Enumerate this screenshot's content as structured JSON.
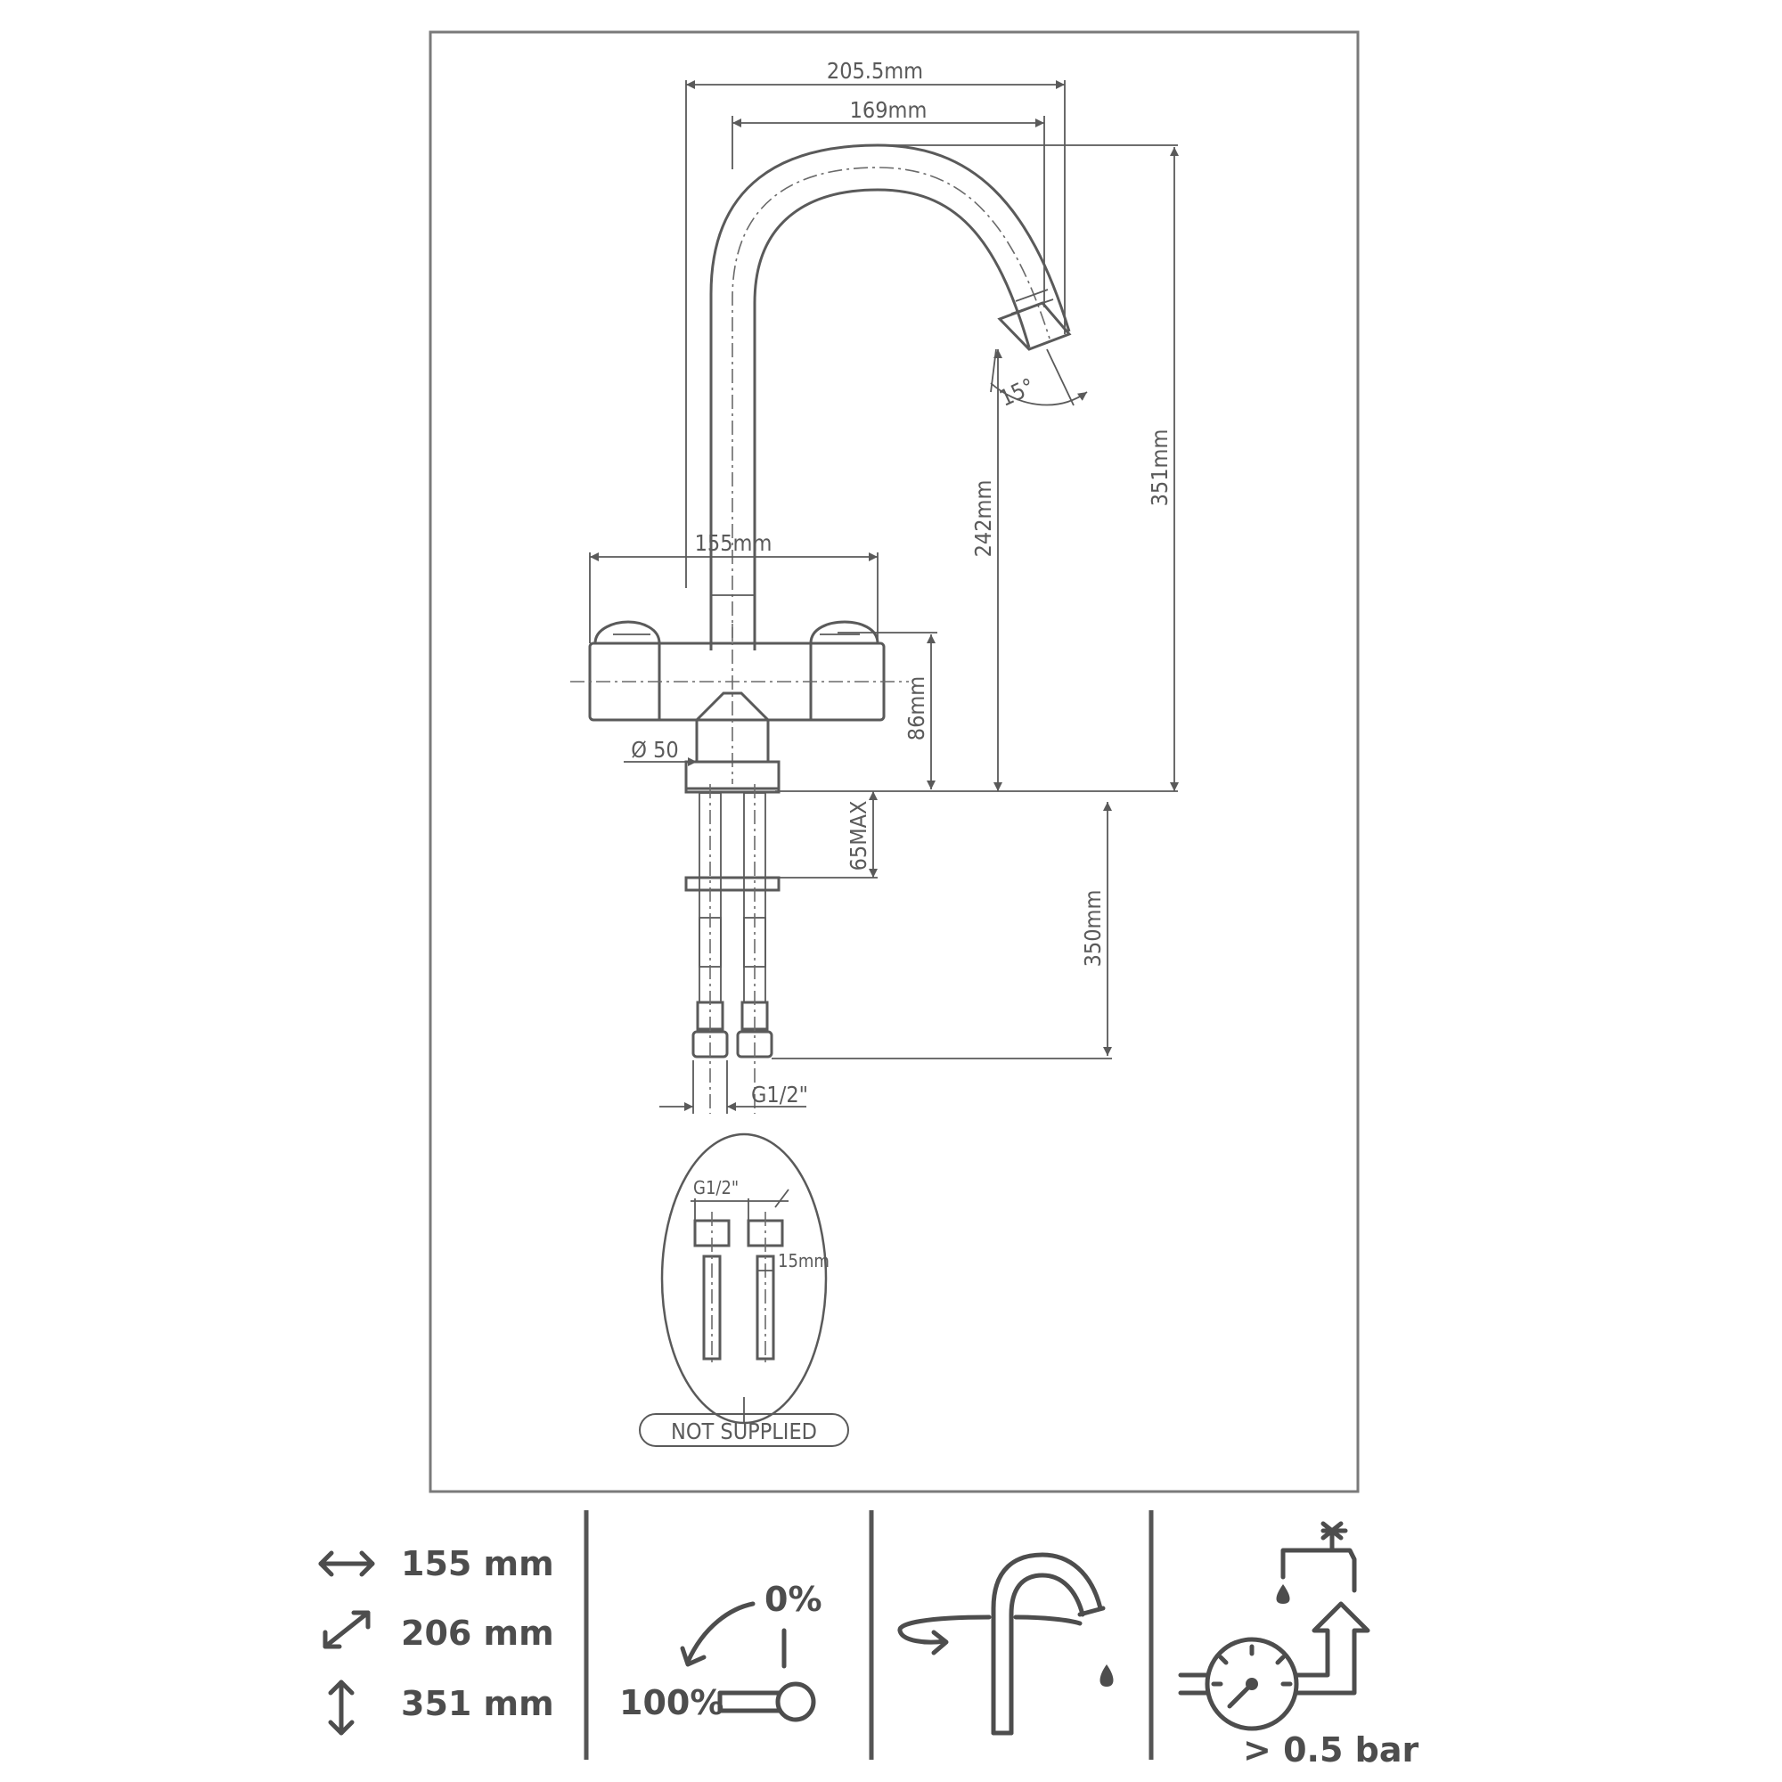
{
  "drawing": {
    "dims": {
      "spout_reach": "205.5mm",
      "spout_inner": "169mm",
      "total_height": "351mm",
      "outlet_height": "242mm",
      "angle": "15°",
      "handle_span": "155mm",
      "body_height": "86mm",
      "base_diameter": "Ø 50",
      "deck_thickness": "65MAX",
      "hose_length": "350mm",
      "hose_thread": "G1/2\""
    },
    "detail": {
      "thread": "G1/2\"",
      "pipe": "15mm",
      "note": "NOT SUPPLIED"
    }
  },
  "specs": {
    "width": "155 mm",
    "depth": "206 mm",
    "height": "351 mm",
    "lever_closed": "0%",
    "lever_open": "100%",
    "pressure": "> 0.5 bar"
  },
  "icons": [
    "width-arrow-icon",
    "depth-arrow-icon",
    "height-arrow-icon",
    "lever-operation-icon",
    "swivel-spout-icon",
    "water-pressure-icon"
  ]
}
